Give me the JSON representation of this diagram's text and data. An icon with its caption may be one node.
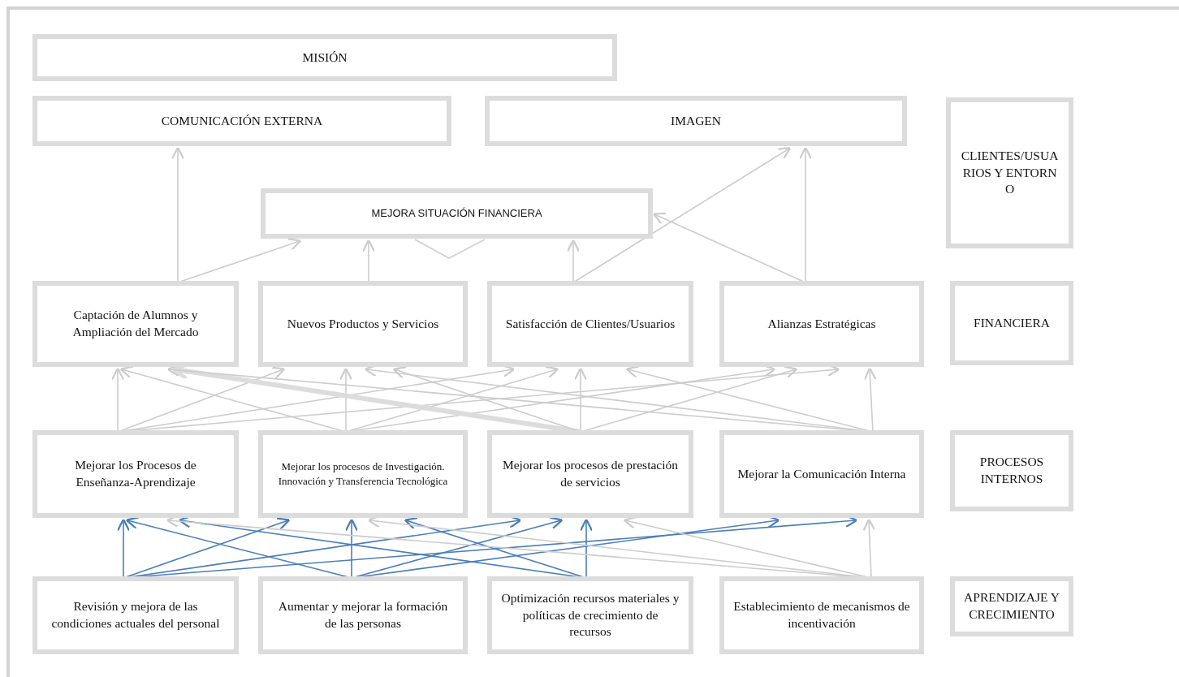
{
  "diagram": {
    "nodes": [
      {
        "text": [
          "MISIÓN"
        ]
      },
      {
        "text": [
          "COMUNICACIÓN EXTERNA"
        ]
      },
      {
        "text": [
          "IMAGEN"
        ]
      },
      {
        "text": [
          "CLIENTES/USUARIOS Y ENTORNO"
        ]
      },
      {
        "text": [
          "MEJORA SITUACIÓN FINANCIERA"
        ]
      },
      {
        "text": [
          "Captación de Alumnos y Ampliación del Mercado"
        ]
      },
      {
        "text": [
          "Nuevos Productos y Servicios"
        ]
      },
      {
        "text": [
          "Satisfacción de Clientes/Usuarios"
        ]
      },
      {
        "text": [
          "Alianzas Estratégicas"
        ]
      },
      {
        "text": [
          "FINANCIERA"
        ]
      },
      {
        "text": [
          "Mejorar los Procesos de Enseñanza-Aprendizaje"
        ]
      },
      {
        "text": [
          "Mejorar los procesos de Investigación. Innovación y Transferencia Tecnológica"
        ]
      },
      {
        "text": [
          "Mejorar los procesos de prestación de servicios"
        ]
      },
      {
        "text": [
          "Mejorar la Comunicación Interna"
        ]
      },
      {
        "text": [
          "PROCESOS INTERNOS"
        ]
      },
      {
        "text": [
          "Revisión y mejora de las condiciones actuales del personal"
        ]
      },
      {
        "text": [
          "Aumentar y mejorar la formación de las personas"
        ]
      },
      {
        "text": [
          "Optimización recursos materiales y políticas de crecimiento de recursos"
        ]
      },
      {
        "text": [
          "Establecimiento de mecanismos de incentivación"
        ]
      },
      {
        "text": [
          "APRENDIZAJE Y CRECIMIENTO"
        ]
      }
    ],
    "edges": [
      {
        "from": 5,
        "to": 1,
        "arrow": "to"
      },
      {
        "from": 5,
        "to": 4,
        "arrow": "to"
      },
      {
        "from": 6,
        "to": 4,
        "arrow": "to"
      },
      {
        "from": 7,
        "to": 4,
        "arrow": "to"
      },
      {
        "from": 7,
        "to": 2,
        "arrow": "to"
      },
      {
        "from": 8,
        "to": 2,
        "arrow": "to"
      },
      {
        "from": 8,
        "to": 4,
        "arrow": "to"
      },
      {
        "from": 10,
        "to": 5,
        "arrow": "to"
      },
      {
        "from": 10,
        "to": 6,
        "arrow": "to"
      },
      {
        "from": 10,
        "to": 7,
        "arrow": "to"
      },
      {
        "from": 10,
        "to": 8,
        "arrow": "to"
      },
      {
        "from": 11,
        "to": 6,
        "arrow": "to"
      },
      {
        "from": 11,
        "to": 5,
        "arrow": "to"
      },
      {
        "from": 11,
        "to": 7,
        "arrow": "to"
      },
      {
        "from": 11,
        "to": 8,
        "arrow": "to"
      },
      {
        "from": 12,
        "to": 7,
        "arrow": "to"
      },
      {
        "from": 12,
        "to": 5,
        "arrow": "to",
        "style": "thick"
      },
      {
        "from": 12,
        "to": 6,
        "arrow": "to"
      },
      {
        "from": 12,
        "to": 8,
        "arrow": "to"
      },
      {
        "from": 13,
        "to": 8,
        "arrow": "to"
      },
      {
        "from": 13,
        "to": 7,
        "arrow": "to"
      },
      {
        "from": 13,
        "to": 6,
        "arrow": "to"
      },
      {
        "from": 13,
        "to": 5,
        "arrow": "to"
      },
      {
        "from": 15,
        "to": 10,
        "arrow": "to",
        "color": "#4a7ebb"
      },
      {
        "from": 15,
        "to": 11,
        "arrow": "to",
        "color": "#4a7ebb"
      },
      {
        "from": 15,
        "to": 12,
        "arrow": "to",
        "color": "#4a7ebb"
      },
      {
        "from": 15,
        "to": 13,
        "arrow": "to",
        "color": "#4a7ebb"
      },
      {
        "from": 16,
        "to": 11,
        "arrow": "to",
        "color": "#4a7ebb"
      },
      {
        "from": 16,
        "to": 10,
        "arrow": "to",
        "color": "#4a7ebb"
      },
      {
        "from": 16,
        "to": 12,
        "arrow": "to",
        "color": "#4a7ebb"
      },
      {
        "from": 16,
        "to": 13,
        "arrow": "to",
        "color": "#4a7ebb"
      },
      {
        "from": 17,
        "to": 12,
        "arrow": "to",
        "color": "#4a7ebb"
      },
      {
        "from": 17,
        "to": 10,
        "arrow": "to",
        "color": "#4a7ebb"
      },
      {
        "from": 17,
        "to": 11,
        "arrow": "to",
        "color": "#4a7ebb"
      },
      {
        "from": 18,
        "to": 13,
        "arrow": "to"
      },
      {
        "from": 18,
        "to": 12,
        "arrow": "to"
      },
      {
        "from": 18,
        "to": 11,
        "arrow": "to"
      },
      {
        "from": 18,
        "to": 10,
        "arrow": "to"
      }
    ]
  }
}
